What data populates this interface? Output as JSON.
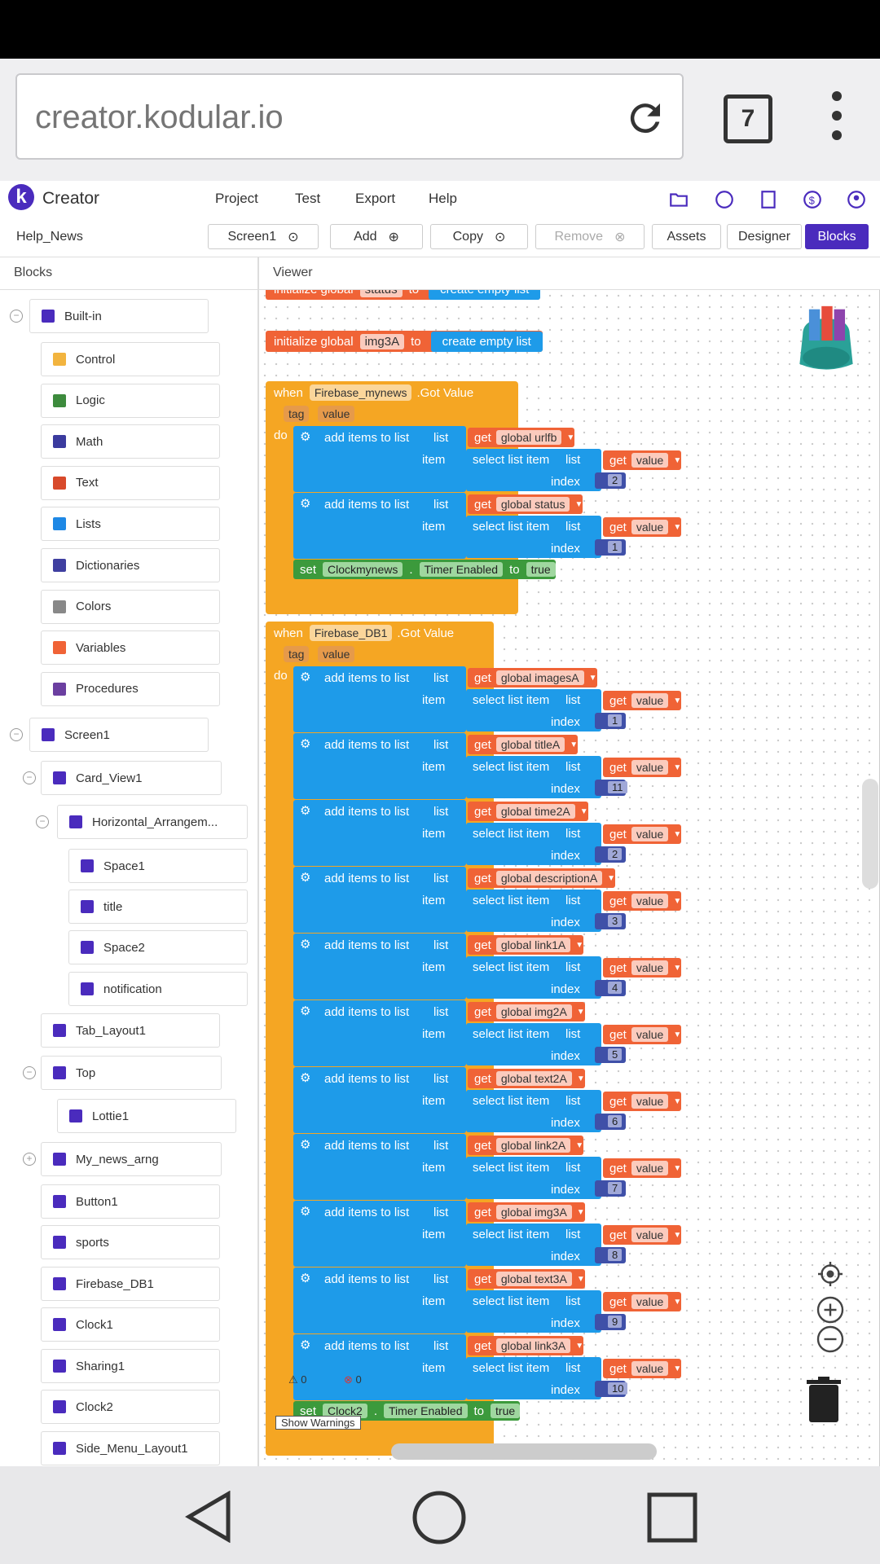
{
  "browser": {
    "url": "creator.kodular.io",
    "tab_count": "7"
  },
  "app": {
    "name": "Creator",
    "logo_letter": "k",
    "menu": [
      "Project",
      "Test",
      "Export",
      "Help"
    ]
  },
  "toolbar": {
    "project": "Help_News",
    "screen": "Screen1",
    "add": "Add",
    "copy": "Copy",
    "remove": "Remove",
    "assets": "Assets",
    "designer": "Designer",
    "blocks": "Blocks"
  },
  "panels": {
    "blocks": "Blocks",
    "viewer": "Viewer"
  },
  "tree": {
    "builtin": "Built-in",
    "builtins": [
      {
        "label": "Control",
        "color": "#f2b43f"
      },
      {
        "label": "Logic",
        "color": "#3d8b3d"
      },
      {
        "label": "Math",
        "color": "#3b3b9e"
      },
      {
        "label": "Text",
        "color": "#d84a2b"
      },
      {
        "label": "Lists",
        "color": "#1e88e5"
      },
      {
        "label": "Dictionaries",
        "color": "#3f3fa0"
      },
      {
        "label": "Colors",
        "color": "#888888"
      },
      {
        "label": "Variables",
        "color": "#f06336"
      },
      {
        "label": "Procedures",
        "color": "#6b3fa0"
      }
    ],
    "components": [
      "Screen1",
      "Card_View1",
      "Horizontal_Arrangem...",
      "Space1",
      "title",
      "Space2",
      "notification",
      "Tab_Layout1",
      "Top",
      "Lottie1",
      "My_news_arng",
      "Button1",
      "sports",
      "Firebase_DB1",
      "Clock1",
      "Sharing1",
      "Clock2",
      "Side_Menu_Layout1"
    ]
  },
  "blocks": {
    "init_partial": {
      "prefix": "initialize global",
      "name": "status",
      "to": "to",
      "create": "create empty list"
    },
    "init_img3A": {
      "prefix": "initialize global",
      "name": "img3A",
      "to": "to",
      "create": "create empty list"
    },
    "event1": {
      "when": "when",
      "component": "Firebase_mynews",
      "event": ".Got Value",
      "params": [
        "tag",
        "value"
      ],
      "do": "do",
      "adds": [
        {
          "var": "global urlfb",
          "index": "2"
        },
        {
          "var": "global status",
          "index": "1"
        }
      ],
      "set": {
        "set": "set",
        "component": "Clockmynews",
        "prop": "Timer Enabled",
        "to": "to",
        "value": "true"
      }
    },
    "event2": {
      "when": "when",
      "component": "Firebase_DB1",
      "event": ".Got Value",
      "params": [
        "tag",
        "value"
      ],
      "do": "do",
      "adds": [
        {
          "var": "global imagesA",
          "index": "1"
        },
        {
          "var": "global titleA",
          "index": "11"
        },
        {
          "var": "global time2A",
          "index": "2"
        },
        {
          "var": "global descriptionA",
          "index": "3"
        },
        {
          "var": "global link1A",
          "index": "4"
        },
        {
          "var": "global img2A",
          "index": "5"
        },
        {
          "var": "global text2A",
          "index": "6"
        },
        {
          "var": "global link2A",
          "index": "7"
        },
        {
          "var": "global img3A",
          "index": "8"
        },
        {
          "var": "global text3A",
          "index": "9"
        },
        {
          "var": "global link3A",
          "index": "10"
        }
      ],
      "set": {
        "set": "set",
        "component": "Clock2",
        "prop": "Timer Enabled",
        "to": "to",
        "value": "true"
      }
    },
    "labels": {
      "add": "add items to list",
      "list": "list",
      "item": "item",
      "select": "select list item",
      "index": "index",
      "get": "get",
      "value": "value"
    }
  },
  "warnings": {
    "warn_count": "0",
    "error_count": "0",
    "show": "Show Warnings"
  }
}
